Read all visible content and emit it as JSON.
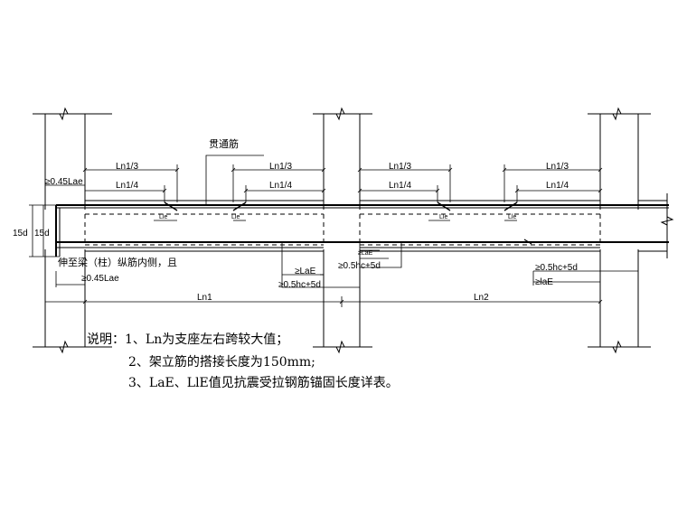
{
  "labels": {
    "through_bar": "贯通筋",
    "ln1_third": "Ln1/3",
    "ln1_quarter": "Ln1/4",
    "lae_045": "≥0.45Lae",
    "dim_15d_a": "15d",
    "dim_15d_b": "15d",
    "extend_note": "伸至梁（柱）纵筋内侧，且",
    "lae_045_b": "≥0.45Lae",
    "lle": "Lle",
    "lae_ge": "≥LaE",
    "lae_small": "≥LaE",
    "hc_a": "≥0.5hc+5d",
    "hc_b": "≥0.5hc+5d",
    "hc_c": "≥0.5hc+5d",
    "lae_lower": "≥laE",
    "ln1": "Ln1",
    "ln2": "Ln2"
  },
  "notes": {
    "line1": "说明：1、Ln为支座左右跨较大值；",
    "line2": "2、架立筋的搭接长度为150mm;",
    "line3": "3、LaE、LlE值见抗震受拉钢筋锚固长度详表。"
  }
}
